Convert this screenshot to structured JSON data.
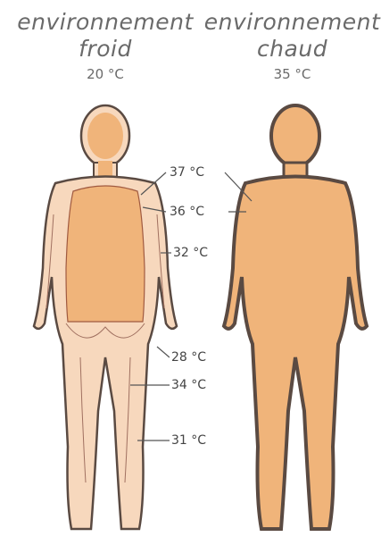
{
  "left_panel": {
    "title_line1": "environnement",
    "title_line2": "froid",
    "temperature": "20 °C"
  },
  "right_panel": {
    "title_line1": "environnement",
    "title_line2": "chaud",
    "temperature": "35 °C"
  },
  "isotherm_labels": [
    "37 °C",
    "36 °C",
    "32 °C",
    "28 °C",
    "34 °C",
    "31 °C"
  ],
  "colors": {
    "core": "#f0b47a",
    "shell": "#f7d8bd",
    "outline": "#5a4a42",
    "text": "#6a6a6a"
  }
}
